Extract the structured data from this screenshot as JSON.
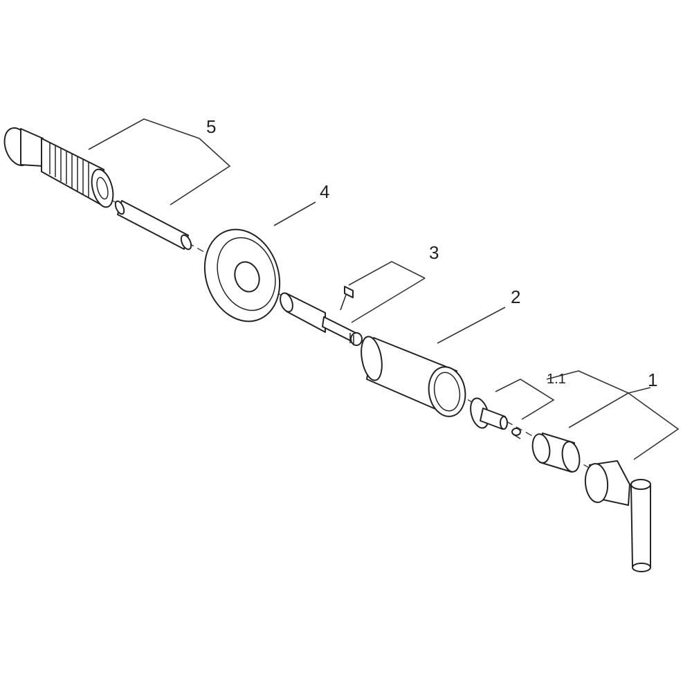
{
  "diagram": {
    "callouts": {
      "part1": "1",
      "part1_1": "1.1",
      "part2": "2",
      "part3": "3",
      "part4": "4",
      "part5": "5"
    },
    "colors": {
      "ink": "#222222",
      "background": "#ffffff"
    }
  }
}
